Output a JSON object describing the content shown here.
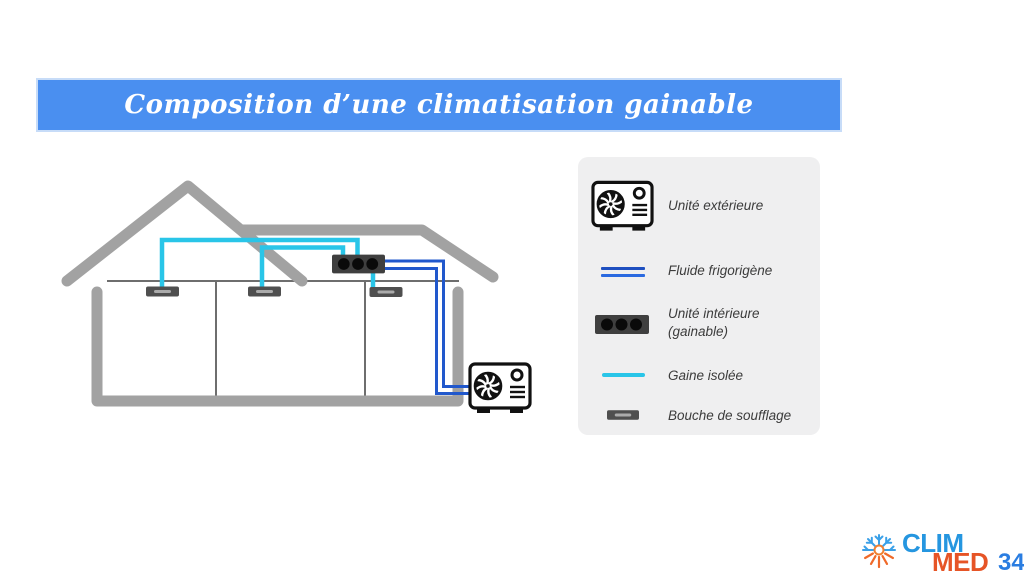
{
  "slide": {
    "title": "Composition d’une climatisation gainable"
  },
  "legend": {
    "items": [
      {
        "icon": "outdoor-unit-icon",
        "label": "Unité extérieure"
      },
      {
        "icon": "refrigerant-lines-icon",
        "label": "Fluide frigorigène"
      },
      {
        "icon": "indoor-unit-icon",
        "label": "Unité intérieure",
        "label2": "(gainable)"
      },
      {
        "icon": "insulated-duct-icon",
        "label": "Gaine isolée"
      },
      {
        "icon": "supply-vent-icon",
        "label": "Bouche de soufflage"
      }
    ]
  },
  "logo": {
    "word1": "CLIM",
    "word2": "MED",
    "number": "34"
  },
  "colors": {
    "banner_blue": "#4a8ff0",
    "banner_border": "#c7dcf8",
    "house_gray": "#a2a2a2",
    "thin_line_gray": "#6e6e6e",
    "insulated_duct_cyan": "#29c5e8",
    "refrigerant_blue": "#2158cc",
    "vent_gray": "#4f4f4f",
    "indoor_unit_dark": "#3f3f3f",
    "legend_background": "#efeff0",
    "legend_text": "#3c3c3c",
    "logo_blue": "#2596e0",
    "logo_orange": "#e65426",
    "logo_number_blue": "#2a7de1"
  }
}
